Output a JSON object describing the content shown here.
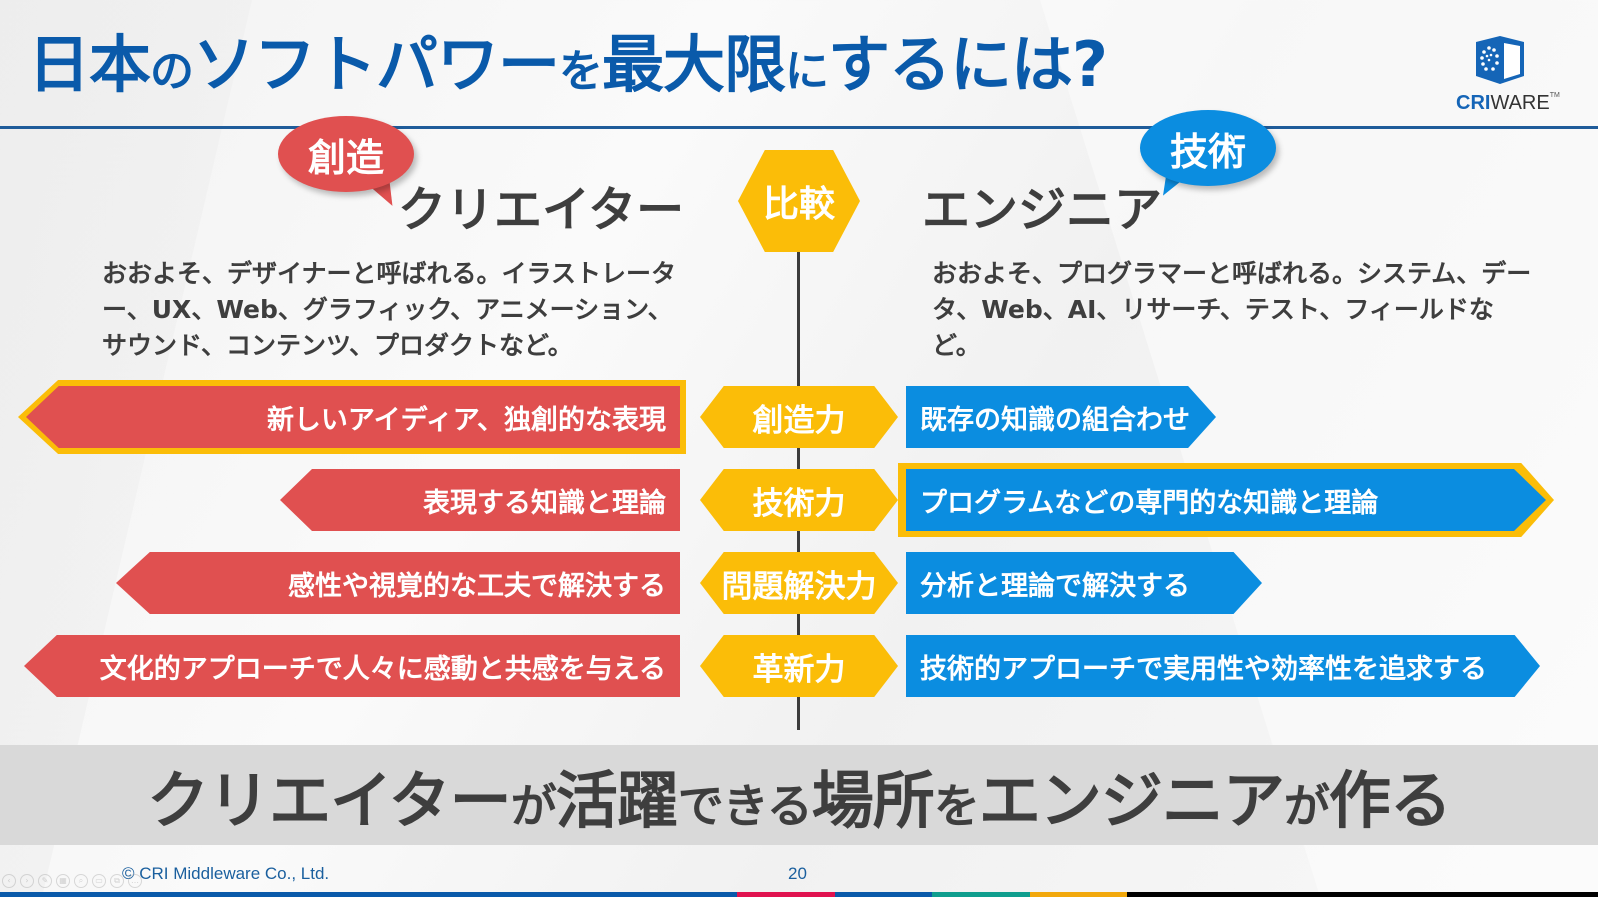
{
  "header": {
    "title_parts": [
      {
        "text": "日本",
        "size": "large"
      },
      {
        "text": "の",
        "size": "small"
      },
      {
        "text": "ソフトパワー",
        "size": "large"
      },
      {
        "text": "を",
        "size": "small"
      },
      {
        "text": "最大限",
        "size": "large"
      },
      {
        "text": "に",
        "size": "small"
      },
      {
        "text": "するには?",
        "size": "large"
      }
    ],
    "logo": {
      "brand_cri": "CRI",
      "brand_ware": "WARE",
      "tm": "TM",
      "icon": "cri-cube-icon"
    }
  },
  "creator": {
    "bubble": "創造",
    "title": "クリエイター",
    "description": "おおよそ、デザイナーと呼ばれる。イラストレーター、UX、Web、グラフィック、アニメーション、サウンド、コンテンツ、プロダクトなど。",
    "color": "#e05050"
  },
  "engineer": {
    "bubble": "技術",
    "title": "エンジニア",
    "description": "おおよそ、プログラマーと呼ばれる。システム、データ、Web、AI、リサーチ、テスト、フィールドなど。",
    "color": "#0b8de0"
  },
  "compare": {
    "label": "比較",
    "color": "#fbbd08"
  },
  "rows": [
    {
      "category": "創造力",
      "creator": "新しいアイディア、独創的な表現",
      "engineer": "既存の知識の組合わせ",
      "highlight": "creator"
    },
    {
      "category": "技術力",
      "creator": "表現する知識と理論",
      "engineer": "プログラムなどの専門的な知識と理論",
      "highlight": "engineer"
    },
    {
      "category": "問題解決力",
      "creator": "感性や視覚的な工夫で解決する",
      "engineer": "分析と理論で解決する",
      "highlight": "none"
    },
    {
      "category": "革新力",
      "creator": "文化的アプローチで人々に感動と共感を与える",
      "engineer": "技術的アプローチで実用性や効率性を追求する",
      "highlight": "none"
    }
  ],
  "banner": {
    "parts": [
      {
        "text": "クリエイター",
        "size": "large"
      },
      {
        "text": "が",
        "size": "small"
      },
      {
        "text": "活躍",
        "size": "large"
      },
      {
        "text": "できる",
        "size": "small"
      },
      {
        "text": "場所",
        "size": "large"
      },
      {
        "text": "を",
        "size": "small"
      },
      {
        "text": "エンジニア",
        "size": "large"
      },
      {
        "text": "が",
        "size": "small"
      },
      {
        "text": "作る",
        "size": "large"
      }
    ]
  },
  "footer": {
    "copyright": "© CRI Middleware Co., Ltd.",
    "page": "20",
    "colorbar": [
      "#0a5aaa",
      "#e0124f",
      "#0a5aaa",
      "#0f9e8e",
      "#f2a80c",
      "#000000"
    ]
  },
  "presenter_toolbar": {
    "buttons": [
      {
        "name": "previous-slide-icon",
        "glyph": "‹"
      },
      {
        "name": "next-slide-icon",
        "glyph": "›"
      },
      {
        "name": "pen-icon",
        "glyph": "✎"
      },
      {
        "name": "all-slides-icon",
        "glyph": "▦"
      },
      {
        "name": "zoom-icon",
        "glyph": "⌕"
      },
      {
        "name": "subtitles-icon",
        "glyph": "▭"
      },
      {
        "name": "camera-icon",
        "glyph": "⧉"
      },
      {
        "name": "more-options-icon",
        "glyph": "…"
      }
    ]
  }
}
